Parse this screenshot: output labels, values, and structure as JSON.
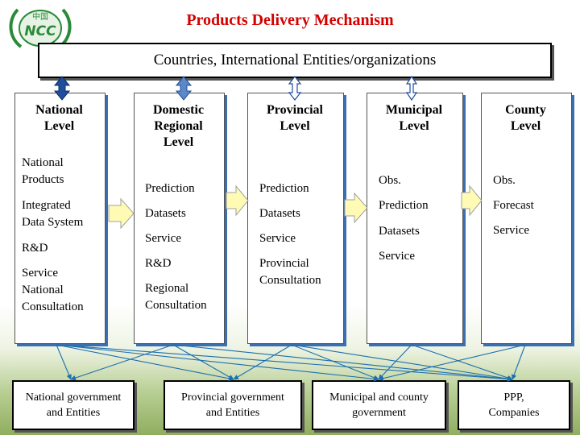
{
  "logo": {
    "text": "NCC",
    "chinese": "中国"
  },
  "title": "Products Delivery Mechanism",
  "top_box": "Countries, International Entities/organizations",
  "columns": [
    {
      "heading": [
        "National",
        "Level"
      ],
      "items": [
        "National",
        "Products",
        "Integrated",
        "Data System",
        "R&D",
        "Service",
        "National",
        "Consultation"
      ]
    },
    {
      "heading": [
        "Domestic",
        "Regional",
        "Level"
      ],
      "items": [
        "Prediction",
        "Datasets",
        "Service",
        "R&D",
        "Regional",
        "Consultation"
      ]
    },
    {
      "heading": [
        "Provincial",
        "Level"
      ],
      "items": [
        "Prediction",
        "Datasets",
        "Service",
        "Provincial",
        "Consultation"
      ]
    },
    {
      "heading": [
        "Municipal",
        "Level"
      ],
      "items": [
        "Obs.",
        "Prediction",
        "Datasets",
        "Service"
      ]
    },
    {
      "heading": [
        "County",
        "Level"
      ],
      "items": [
        "Obs.",
        "Forecast",
        "Service"
      ]
    }
  ],
  "bottom_boxes": [
    [
      "National government",
      "and Entities"
    ],
    [
      "Provincial government",
      "and Entities"
    ],
    [
      "Municipal and county",
      "government"
    ],
    [
      "PPP,",
      "Companies"
    ]
  ],
  "colors": {
    "title": "#d40000",
    "arrow_fill": "#fffbb5",
    "arrow_stroke": "#a0a0a0",
    "double_arrow": "#1f4e9a",
    "connector": "#1d6fb0",
    "column_shadow": "#3b6fb0"
  }
}
